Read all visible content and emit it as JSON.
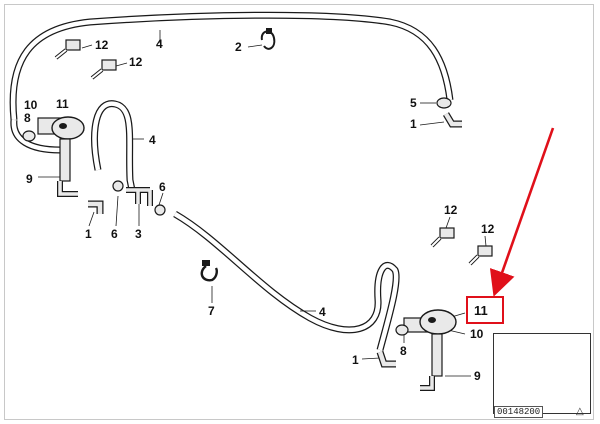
{
  "diagram": {
    "callouts": {
      "c4_top": "4",
      "c2": "2",
      "c12_a": "12",
      "c12_b": "12",
      "c10_left": "10",
      "c11_left": "11",
      "c8_left": "8",
      "c5": "5",
      "c1_right_top": "1",
      "c4_mid": "4",
      "c9_left": "9",
      "c6_a": "6",
      "c1_left": "1",
      "c6_b": "6",
      "c3": "3",
      "c12_c": "12",
      "c12_d": "12",
      "c7": "7",
      "c4_bottom": "4",
      "c10_right": "10",
      "c1_bottom": "1",
      "c8_right": "8",
      "c9_right": "9"
    },
    "highlight_label": "11",
    "document_number": "00148200",
    "colors": {
      "highlight": "#e0101a",
      "line": "#1a1a1a",
      "part_fill": "#e9e9e9"
    },
    "icons": [
      "warning-triangle-icon",
      "car-location-icon",
      "red-arrow-icon"
    ]
  }
}
